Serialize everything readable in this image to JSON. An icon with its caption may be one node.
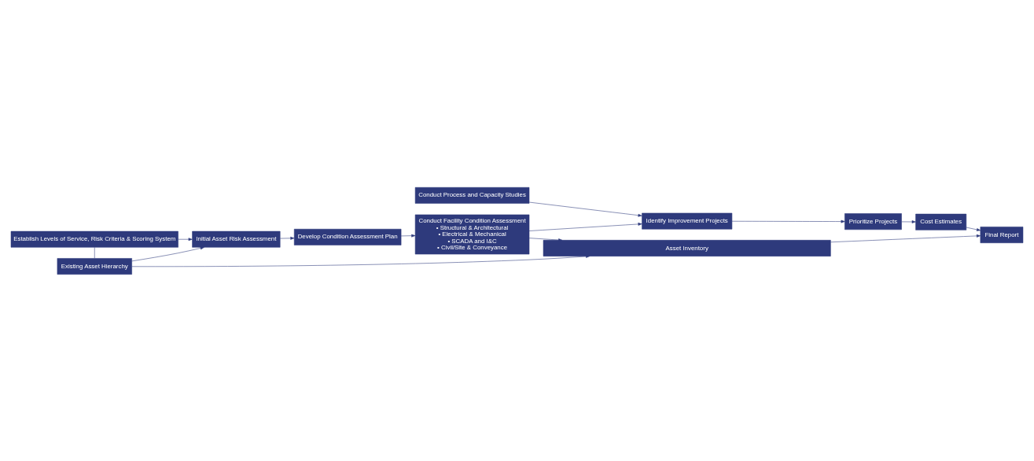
{
  "diagram": {
    "nodes": [
      {
        "text": [
          "Establish Levels of Service, Risk Criteria & Scoring System"
        ]
      },
      {
        "text": [
          "Existing Asset Hierarchy"
        ]
      },
      {
        "text": [
          "Initial Asset Risk Assessment"
        ]
      },
      {
        "text": [
          "Develop Condition Assessment Plan"
        ]
      },
      {
        "text": [
          "Conduct Process and Capacity Studies"
        ]
      },
      {
        "text": [
          "Conduct Facility Condition Assessment",
          "• Structural & Architectural",
          "• Electrical & Mechanical",
          "• SCADA and I&C",
          "• Civil/Site & Conveyance"
        ]
      },
      {
        "text": [
          "Identify Improvement Projects"
        ]
      },
      {
        "text": [
          "Prioritize Projects"
        ]
      },
      {
        "text": [
          "Cost Estimates"
        ]
      },
      {
        "text": [
          "Final Report"
        ]
      },
      {
        "text": [
          "Asset Inventory"
        ]
      }
    ],
    "edges": [
      {
        "from": 0,
        "to": 1,
        "arrow": "none"
      },
      {
        "from": 0,
        "to": 2,
        "arrow": "to"
      },
      {
        "from": 1,
        "to": 2,
        "arrow": "to"
      },
      {
        "from": 2,
        "to": 3,
        "arrow": "to"
      },
      {
        "from": 3,
        "to": 5,
        "arrow": "to"
      },
      {
        "from": 4,
        "to": 6,
        "arrow": "to"
      },
      {
        "from": 5,
        "to": 6,
        "arrow": "to"
      },
      {
        "from": 6,
        "to": 7,
        "arrow": "to"
      },
      {
        "from": 7,
        "to": 8,
        "arrow": "to"
      },
      {
        "from": 8,
        "to": 9,
        "arrow": "to"
      },
      {
        "from": 1,
        "to": 10,
        "arrow": "to"
      },
      {
        "from": 5,
        "to": 10,
        "arrow": "to"
      },
      {
        "from": 10,
        "to": 9,
        "arrow": "to"
      }
    ]
  }
}
